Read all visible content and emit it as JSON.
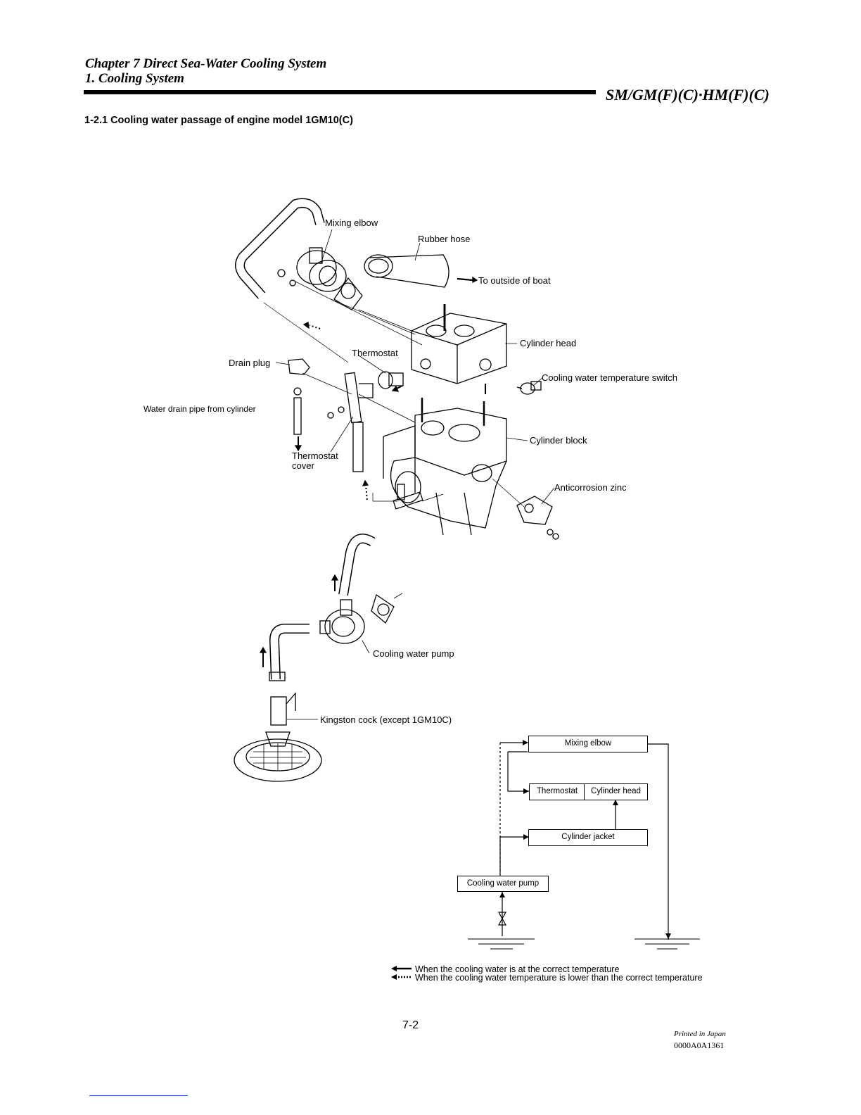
{
  "header": {
    "chapter": "Chapter 7 Direct Sea-Water Cooling System",
    "section": "1. Cooling System",
    "model": "SM/GM(F)(C)·HM(F)(C)"
  },
  "subtitle": "1-2.1 Cooling water passage of engine model 1GM10(C)",
  "labels": {
    "mixing_elbow": "Mixing elbow",
    "rubber_hose": "Rubber hose",
    "to_outside": "To outside of boat",
    "cylinder_head": "Cylinder head",
    "thermostat": "Thermostat",
    "drain_plug": "Drain plug",
    "temp_switch": "Cooling water temperature switch",
    "water_drain_pipe": "Water drain pipe from cylinder",
    "cylinder_block": "Cylinder block",
    "thermostat_cover_1": "Thermostat",
    "thermostat_cover_2": "cover",
    "anticorrosion_zinc": "Anticorrosion zinc",
    "cooling_water_pump": "Cooling water pump",
    "kingston_cock": "Kingston cock (except 1GM10C)"
  },
  "flow": {
    "mixing_elbow": "Mixing elbow",
    "thermostat": "Thermostat",
    "cylinder_head": "Cylinder head",
    "cylinder_jacket": "Cylinder jacket",
    "cooling_water_pump": "Cooling water pump"
  },
  "legend": {
    "solid": "When the cooling water is at the correct temperature",
    "dotted": "When the cooling water temperature is lower than the correct temperature"
  },
  "footer": {
    "page": "7-2",
    "printed": "Printed in Japan",
    "code": "0000A0A1361"
  }
}
